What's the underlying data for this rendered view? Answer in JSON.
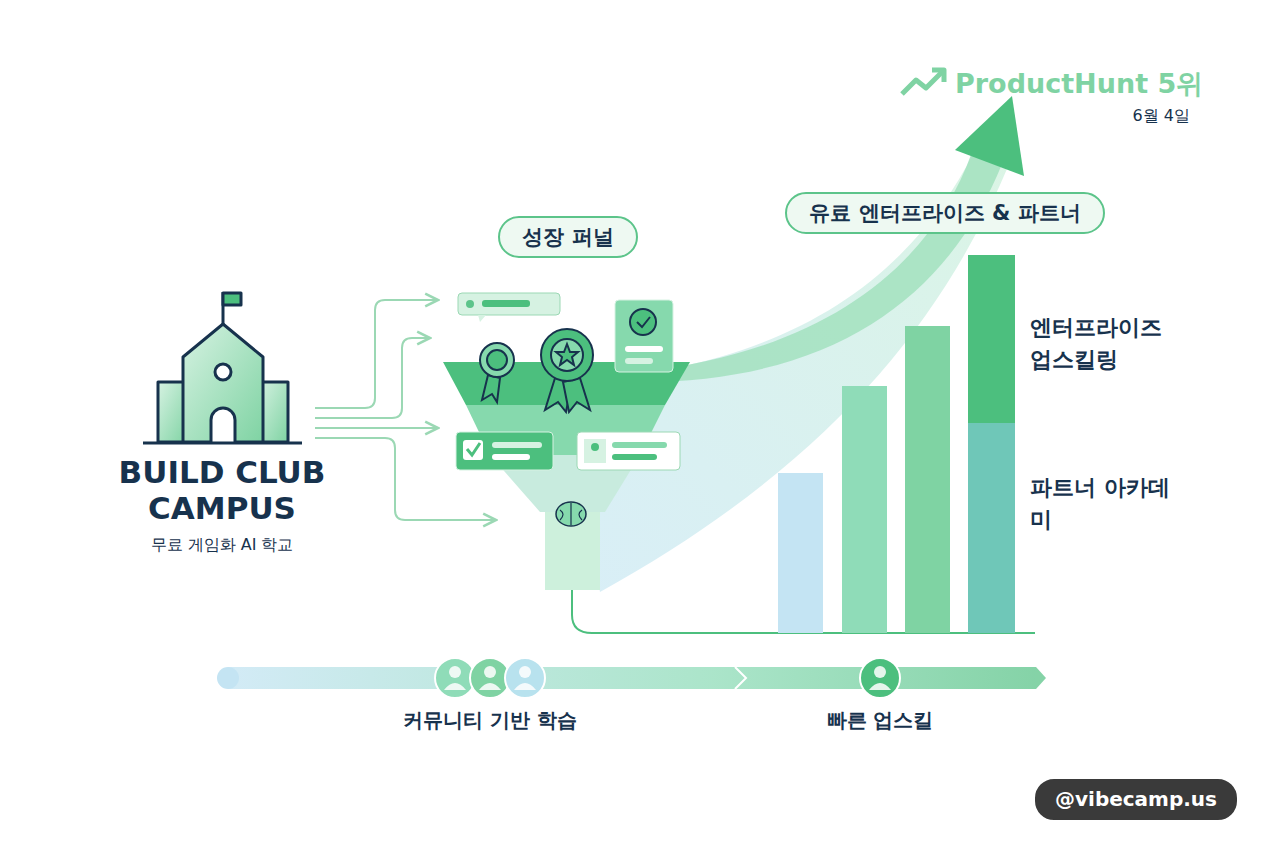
{
  "diagram": {
    "nodes": [
      {
        "text": [
          "BUILD CLUB CAMPUS",
          "무료 게임화 AI 학교"
        ]
      },
      {
        "text": [
          "성장 퍼널"
        ]
      },
      {
        "text": [
          "유료 엔터프라이즈 & 파트너"
        ]
      },
      {
        "text": [
          "@vibecamp.us"
        ]
      }
    ],
    "labels": [
      "ProductHunt 5위",
      "6월 4일",
      "엔터프라이즈 업스킬링",
      "파트너 아카데미",
      "커뮤니티 기반 학습",
      "빠른 업스킬"
    ]
  }
}
